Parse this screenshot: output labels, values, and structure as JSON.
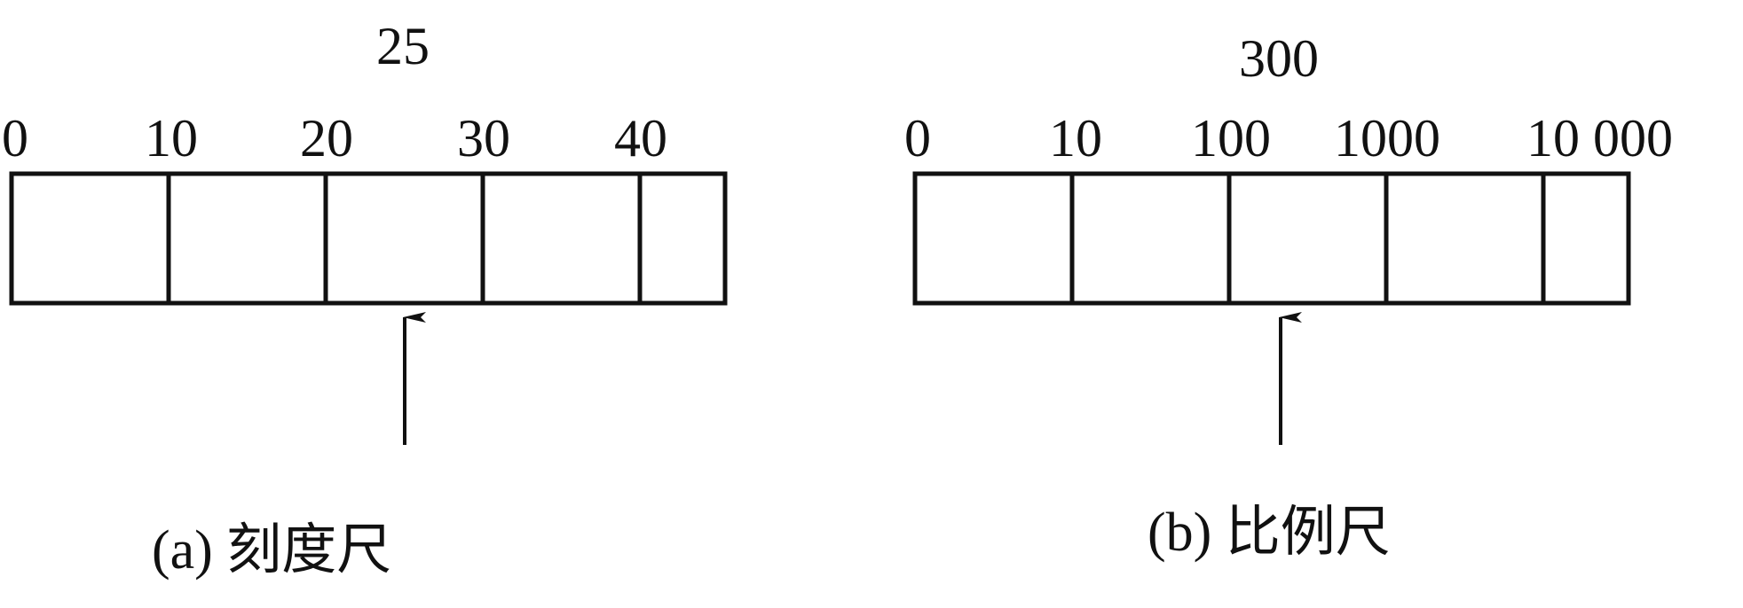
{
  "scale_ruler": {
    "caption": "(a) 刻度尺",
    "pointer_value": "25",
    "tick_labels": [
      "0",
      "10",
      "20",
      "30",
      "40"
    ]
  },
  "ratio_ruler": {
    "caption": "(b) 比例尺",
    "pointer_value": "300",
    "tick_labels": [
      "0",
      "10",
      "100",
      "1000",
      "10 000"
    ]
  }
}
